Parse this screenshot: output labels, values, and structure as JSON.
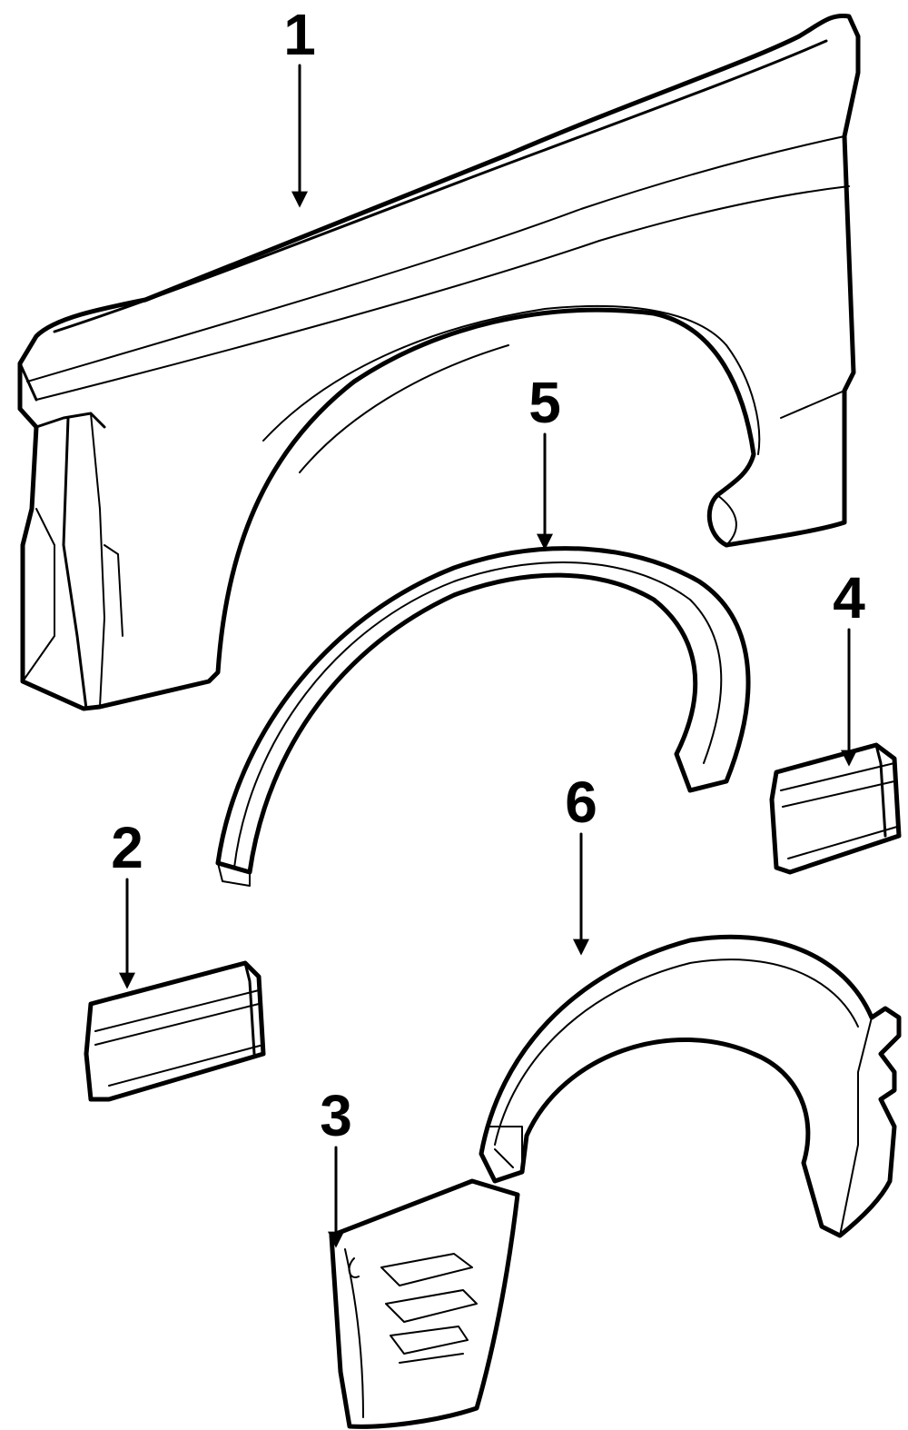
{
  "diagram": {
    "callouts": [
      {
        "id": "part-1",
        "label": "1"
      },
      {
        "id": "part-2",
        "label": "2"
      },
      {
        "id": "part-3",
        "label": "3"
      },
      {
        "id": "part-4",
        "label": "4"
      },
      {
        "id": "part-5",
        "label": "5"
      },
      {
        "id": "part-6",
        "label": "6"
      }
    ],
    "colors": {
      "ink": "#000000",
      "background": "#ffffff"
    }
  }
}
